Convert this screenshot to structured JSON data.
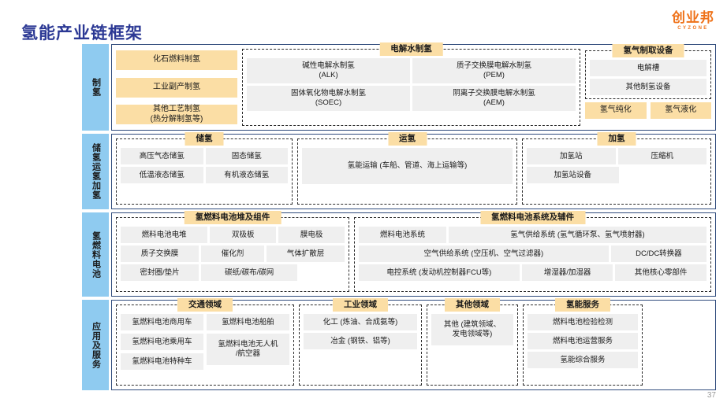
{
  "page_title": "氢能产业链框架",
  "logo": {
    "main": "创业邦",
    "sub": "CYZONE",
    "color": "#ef7219"
  },
  "page_number": "37",
  "colors": {
    "title": "#2b3894",
    "stage_blue": "#8fcbf0",
    "header_orange": "#fbdea5",
    "cell_grey": "#efefef",
    "panel_border": "#2f4b7c"
  },
  "chart_data": {
    "type": "diagram",
    "title": "氢能产业链框架",
    "rows": [
      {
        "stage": "制氢",
        "direct_items": [
          "化石燃料制氢",
          "工业副产制氢",
          "其他工艺制氢\n(热分解制氢等)"
        ],
        "groups": [
          {
            "caption": "电解水制氢",
            "items": [
              "碱性电解水制氢\n(ALK)",
              "质子交换膜电解水制氢\n(PEM)",
              "固体氧化物电解水制氢\n(SOEC)",
              "阴离子交换膜电解水制氢\n(AEM)"
            ]
          },
          {
            "caption": "氢气制取设备",
            "items": [
              "电解槽",
              "其他制氢设备"
            ],
            "outside_items": [
              "氢气纯化",
              "氢气液化"
            ]
          }
        ]
      },
      {
        "stage": "储氢运氢加氢",
        "groups": [
          {
            "caption": "储氢",
            "items": [
              "高压气态储氢",
              "固态储氢",
              "低温液态储氢",
              "有机液态储氢"
            ]
          },
          {
            "caption": "运氢",
            "items": [
              "氢能运输 (车船、管道、海上运输等)"
            ]
          },
          {
            "caption": "加氢",
            "items": [
              "加氢站",
              "压缩机",
              "加氢站设备"
            ]
          }
        ]
      },
      {
        "stage": "氢燃料电池",
        "groups": [
          {
            "caption": "氢燃料电池堆及组件",
            "items": [
              "燃料电池电堆",
              "双极板",
              "膜电极",
              "质子交换膜",
              "催化剂",
              "气体扩散层",
              "密封圈/垫片",
              "碳纸/碳布/碳网"
            ]
          },
          {
            "caption": "氢燃料电池系统及辅件",
            "items": [
              "燃料电池系统",
              "氢气供给系统 (氢气循环泵、氢气喷射器)",
              "空气供给系统 (空压机、空气过滤器)",
              "DC/DC转换器",
              "电控系统 (发动机控制器FCU等)",
              "增湿器/加湿器",
              "其他核心零部件"
            ]
          }
        ]
      },
      {
        "stage": "应用及服务",
        "groups": [
          {
            "caption": "交通领域",
            "items": [
              "氢燃料电池商用车",
              "氢燃料电池船舶",
              "氢燃料电池乘用车",
              "氢燃料电池无人机\n/航空器",
              "氢燃料电池特种车"
            ]
          },
          {
            "caption": "工业领域",
            "items": [
              "化工 (炼油、合成氨等)",
              "冶金 (钢铁、铝等)"
            ]
          },
          {
            "caption": "其他领域",
            "items": [
              "其他 (建筑领域、\n发电领域等)"
            ]
          },
          {
            "caption": "氢能服务",
            "items": [
              "燃料电池检验检测",
              "燃料电池运营服务",
              "氢能综合服务"
            ]
          }
        ]
      }
    ]
  }
}
